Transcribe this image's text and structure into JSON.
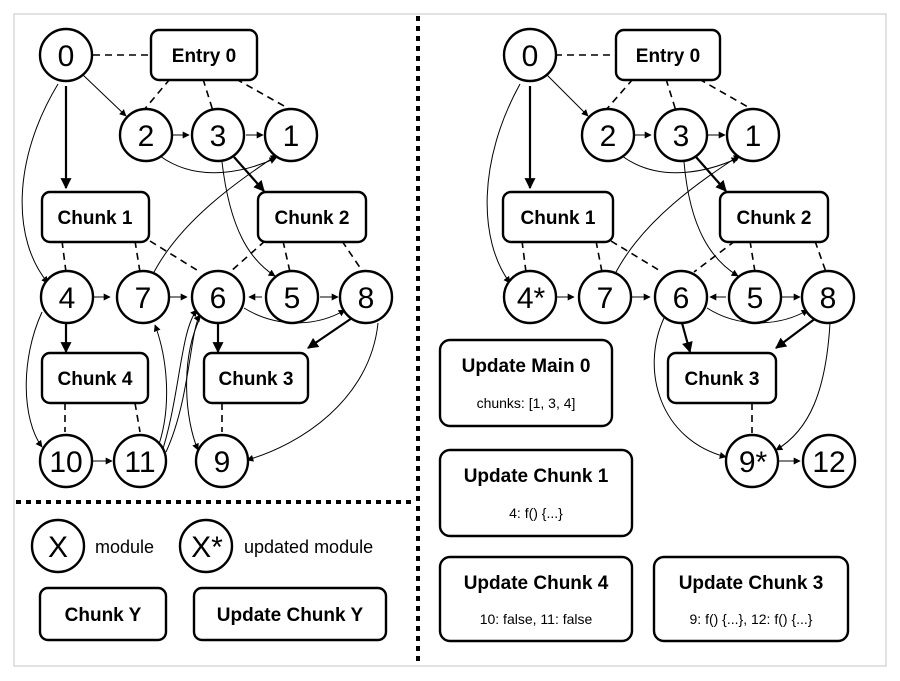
{
  "left_graph": {
    "nodes": {
      "n0": "0",
      "n2": "2",
      "n3": "3",
      "n1": "1",
      "n4": "4",
      "n7": "7",
      "n6": "6",
      "n5": "5",
      "n8": "8",
      "n10": "10",
      "n11": "11",
      "n9": "9"
    },
    "boxes": {
      "entry0": "Entry 0",
      "chunk1": "Chunk 1",
      "chunk2": "Chunk 2",
      "chunk4": "Chunk 4",
      "chunk3": "Chunk 3"
    }
  },
  "right_graph": {
    "nodes": {
      "n0": "0",
      "n2": "2",
      "n3": "3",
      "n1": "1",
      "n4": "4*",
      "n7": "7",
      "n6": "6",
      "n5": "5",
      "n8": "8",
      "n9": "9*",
      "n12": "12"
    },
    "boxes": {
      "entry0": "Entry 0",
      "chunk1": "Chunk 1",
      "chunk2": "Chunk 2",
      "chunk3": "Chunk 3"
    },
    "updates": [
      {
        "title": "Update Main 0",
        "detail": "chunks: [1, 3, 4]"
      },
      {
        "title": "Update Chunk 1",
        "detail": "4: f() {...}"
      },
      {
        "title": "Update Chunk 4",
        "detail": "10: false, 11: false"
      },
      {
        "title": "Update Chunk 3",
        "detail": "9: f() {...}, 12: f() {...}"
      }
    ]
  },
  "legend": {
    "module_symbol": "X",
    "module_label": "module",
    "updated_symbol": "X*",
    "updated_label": "updated module",
    "chunk_label": "Chunk Y",
    "update_chunk_label": "Update Chunk Y"
  }
}
